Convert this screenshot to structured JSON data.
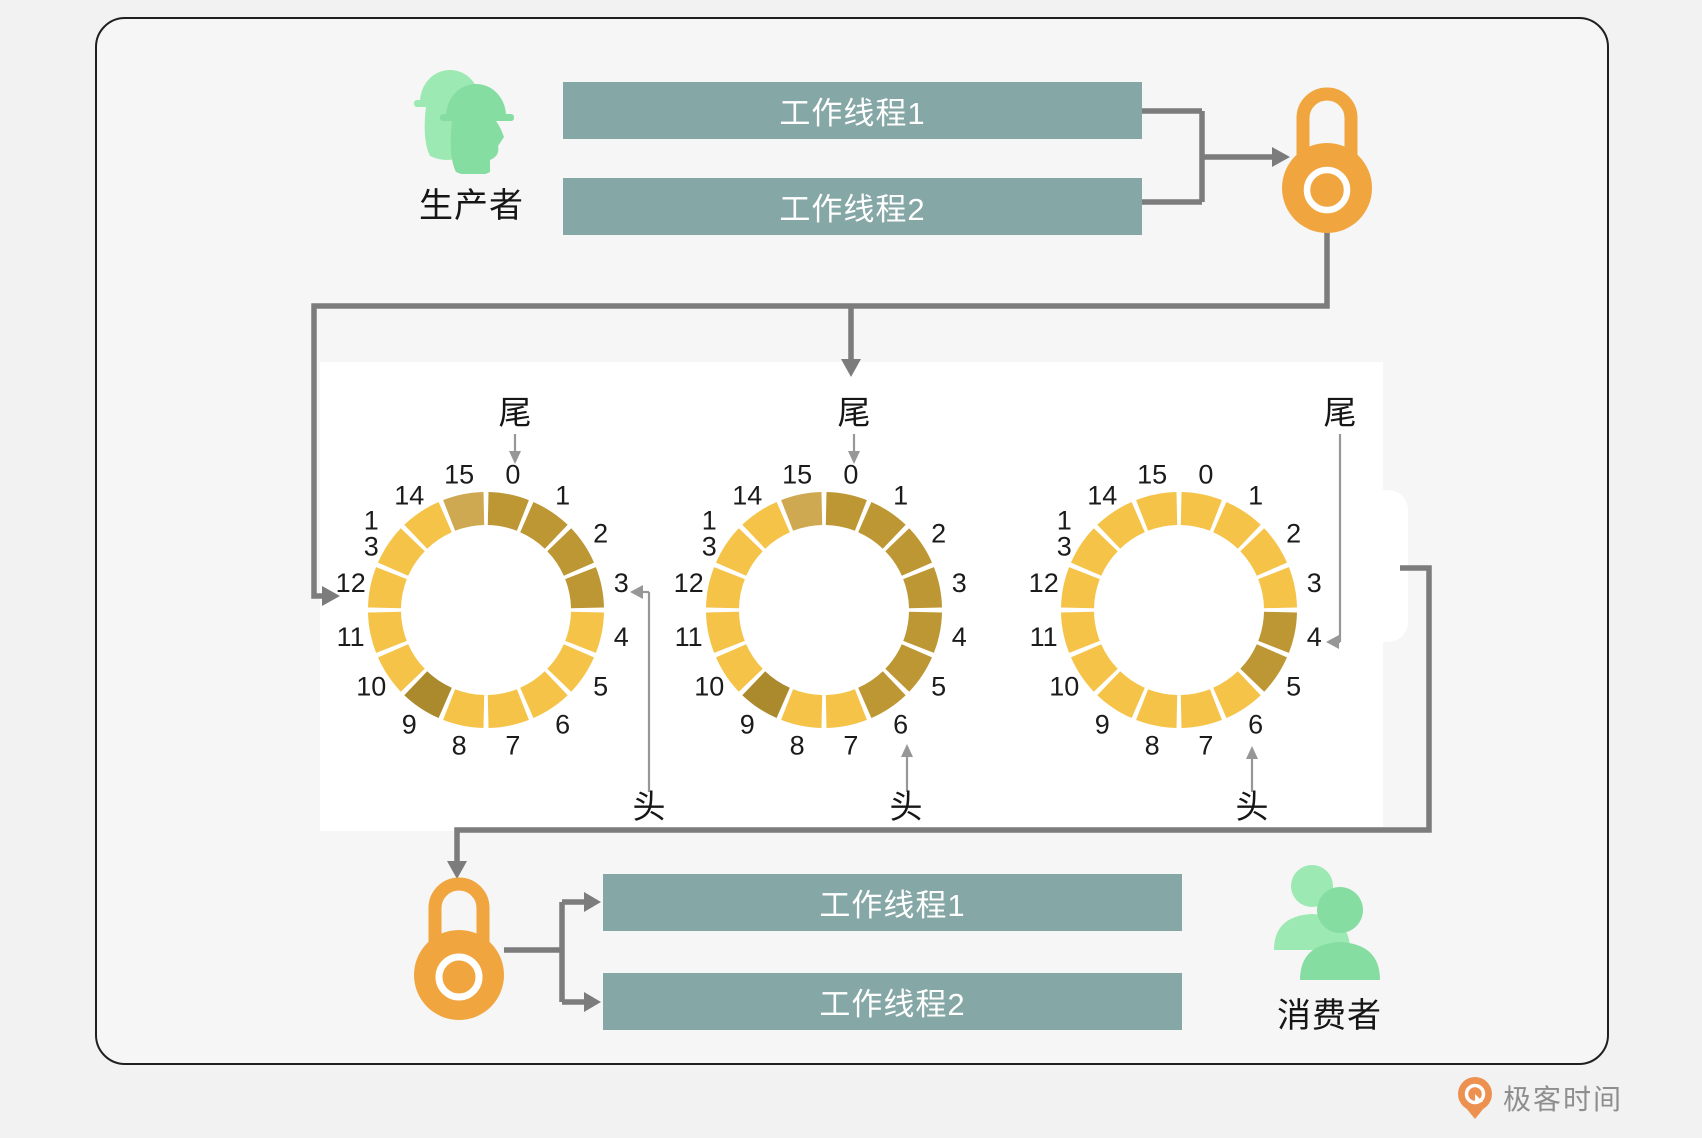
{
  "producer": {
    "label": "生产者"
  },
  "consumer": {
    "label": "消费者"
  },
  "producer_threads": [
    {
      "label": "工作线程1"
    },
    {
      "label": "工作线程2"
    }
  ],
  "consumer_threads": [
    {
      "label": "工作线程1"
    },
    {
      "label": "工作线程2"
    }
  ],
  "rings": [
    {
      "name": "ring-buffer-1",
      "tail_label": "尾",
      "head_label": "头",
      "tail_slot": 0,
      "head_slot": 3,
      "slot_labels": [
        "0",
        "1",
        "2",
        "3",
        "4",
        "5",
        "6",
        "7",
        "8",
        "9",
        "10",
        "11",
        "12",
        "1|3",
        "14",
        "15"
      ],
      "slot_colors": {
        "0": "dark",
        "1": "dark",
        "2": "dark",
        "3": "dark",
        "9": "olive",
        "15": "tan"
      }
    },
    {
      "name": "ring-buffer-2",
      "tail_label": "尾",
      "head_label": "头",
      "tail_slot": 0,
      "head_slot": 6,
      "slot_labels": [
        "0",
        "1",
        "2",
        "3",
        "4",
        "5",
        "6",
        "7",
        "8",
        "9",
        "10",
        "11",
        "12",
        "1|3",
        "14",
        "15"
      ],
      "slot_colors": {
        "0": "dark",
        "1": "dark",
        "2": "dark",
        "3": "dark",
        "4": "dark",
        "5": "dark",
        "6": "dark",
        "9": "olive",
        "15": "tan"
      }
    },
    {
      "name": "ring-buffer-3",
      "tail_label": "尾",
      "head_label": "头",
      "tail_slot": 4,
      "head_slot": 6,
      "slot_labels": [
        "0",
        "1",
        "2",
        "3",
        "4",
        "5",
        "6",
        "7",
        "8",
        "9",
        "10",
        "11",
        "12",
        "1|3",
        "14",
        "15"
      ],
      "slot_colors": {
        "4": "dark",
        "5": "dark"
      }
    }
  ],
  "logo": {
    "text": "极客时间"
  },
  "colors": {
    "bar_teal": "#85a7a6",
    "lock_orange": "#f0a53e",
    "line_gray": "#7c7c7c",
    "pointer_gray": "#979797",
    "slot_yellow": "#f5c348",
    "slot_dark": "#bd9733",
    "slot_olive": "#ab8a2e",
    "slot_tan": "#cfa952",
    "green_light": "#9de9b3",
    "green_dark": "#85dda1",
    "logo_orange": "#ec9150"
  }
}
